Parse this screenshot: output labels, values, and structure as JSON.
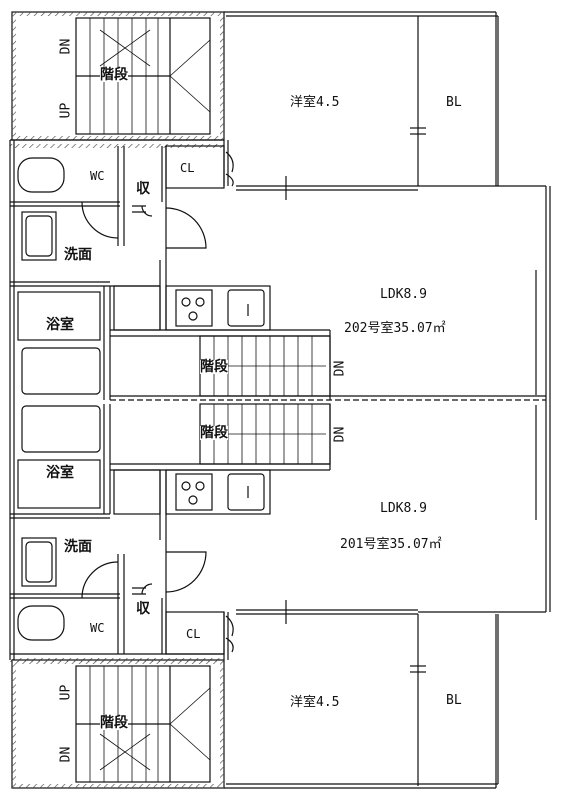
{
  "units": {
    "upper": {
      "unit_label": "202号室35.07㎡",
      "ldk_label": "LDK8.9",
      "western_label": "洋室4.5",
      "balcony_label": "BL",
      "closet_label": "CL",
      "storage_label": "収",
      "wc_label": "WC",
      "washroom_label": "洗面",
      "bathroom_label": "浴室",
      "stairs_label": "階段",
      "stairs_inner_label": "階段",
      "stairs_up": "UP",
      "stairs_down": "DN",
      "stairs_inner_down": "DN"
    },
    "lower": {
      "unit_label": "201号室35.07㎡",
      "ldk_label": "LDK8.9",
      "western_label": "洋室4.5",
      "balcony_label": "BL",
      "closet_label": "CL",
      "storage_label": "収",
      "wc_label": "WC",
      "washroom_label": "洗面",
      "bathroom_label": "浴室",
      "stairs_label": "階段",
      "stairs_inner_label": "階段",
      "stairs_up": "UP",
      "stairs_down": "DN",
      "stairs_inner_down": "DN"
    }
  },
  "colors": {
    "line": "#111111",
    "hatch": "#555555"
  }
}
